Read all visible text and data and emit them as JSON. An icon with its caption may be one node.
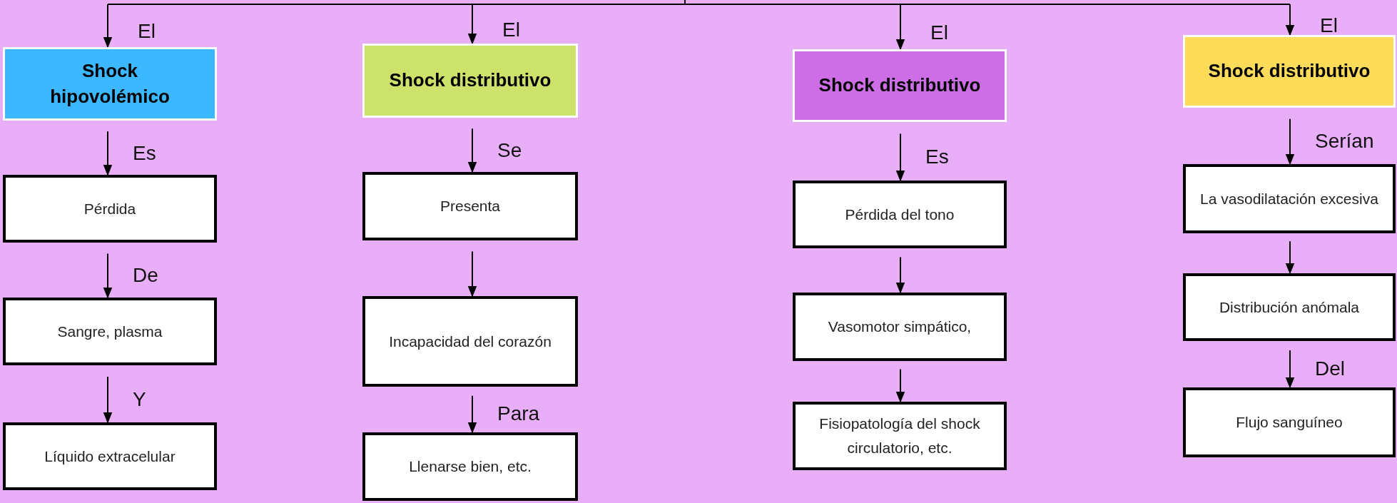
{
  "diagram": {
    "nodes": [
      {
        "text": [
          "Shock hipovolémico"
        ]
      },
      {
        "text": [
          "Pérdida"
        ]
      },
      {
        "text": [
          "Sangre, plasma"
        ]
      },
      {
        "text": [
          "Líquido extracelular"
        ]
      },
      {
        "text": [
          "Shock distributivo"
        ]
      },
      {
        "text": [
          "Presenta"
        ]
      },
      {
        "text": [
          "Incapacidad del corazón"
        ]
      },
      {
        "text": [
          "Llenarse bien, etc."
        ]
      },
      {
        "text": [
          "Shock distributivo"
        ]
      },
      {
        "text": [
          "Pérdida del tono"
        ]
      },
      {
        "text": [
          "Vasomotor simpático,"
        ]
      },
      {
        "text": [
          "Fisiopatología del shock circulatorio, etc."
        ]
      },
      {
        "text": [
          "Shock distributivo"
        ]
      },
      {
        "text": [
          "La  vasodilatación excesiva"
        ]
      },
      {
        "text": [
          "Distribución anómala"
        ]
      },
      {
        "text": [
          "Flujo sanguíneo"
        ]
      }
    ],
    "edges": [
      {
        "from": null,
        "to": 0,
        "arrow": "to",
        "label": "El"
      },
      {
        "from": 0,
        "to": 1,
        "arrow": "to",
        "label": "Es"
      },
      {
        "from": 1,
        "to": 2,
        "arrow": "to",
        "label": "De"
      },
      {
        "from": 2,
        "to": 3,
        "arrow": "to",
        "label": "Y"
      },
      {
        "from": null,
        "to": 4,
        "arrow": "to",
        "label": "El"
      },
      {
        "from": 4,
        "to": 5,
        "arrow": "to",
        "label": "Se"
      },
      {
        "from": 5,
        "to": 6,
        "arrow": "to"
      },
      {
        "from": 6,
        "to": 7,
        "arrow": "to",
        "label": "Para"
      },
      {
        "from": null,
        "to": 8,
        "arrow": "to",
        "label": "El"
      },
      {
        "from": 8,
        "to": 9,
        "arrow": "to",
        "label": "Es"
      },
      {
        "from": 9,
        "to": 10,
        "arrow": "to"
      },
      {
        "from": 10,
        "to": 11,
        "arrow": "to"
      },
      {
        "from": null,
        "to": 12,
        "arrow": "to",
        "label": "El"
      },
      {
        "from": 12,
        "to": 13,
        "arrow": "to",
        "label": "Serían"
      },
      {
        "from": 13,
        "to": 14,
        "arrow": "to"
      },
      {
        "from": 14,
        "to": 15,
        "arrow": "to",
        "label": "Del"
      }
    ]
  }
}
